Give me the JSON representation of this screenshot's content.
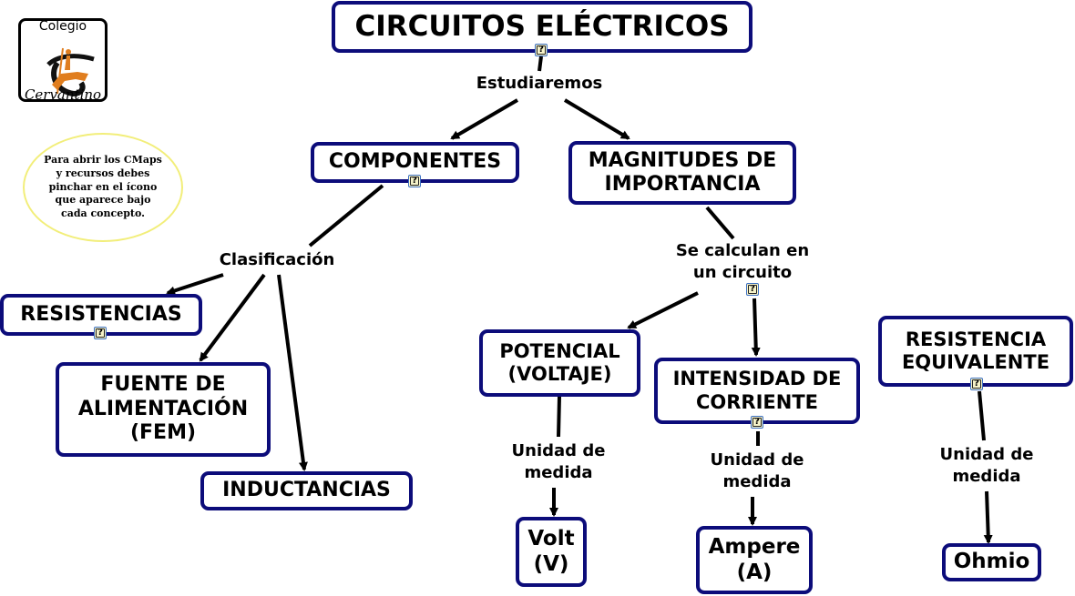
{
  "logo": {
    "line1": "Colegio",
    "line2": "Cervantino"
  },
  "note": {
    "text": "Para abrir los CMaps y recursos debes pinchar en el ícono que aparece bajo cada concepto."
  },
  "resource_icon": {
    "glyph": "?",
    "name": "resource-document-icon"
  },
  "colors": {
    "node_border": "#0c0c7a",
    "resource_icon_bg": "#f6f3c9",
    "note_border": "#f2ee7a"
  },
  "concepts": {
    "title": "CIRCUITOS ELÉCTRICOS",
    "componentes": "COMPONENTES",
    "magnitudes": "MAGNITUDES DE IMPORTANCIA",
    "resistencias": "RESISTENCIAS",
    "fuente": "FUENTE DE ALIMENTACIÓN (FEM)",
    "inductancias": "INDUCTANCIAS",
    "potencial": "POTENCIAL (VOLTAJE)",
    "intensidad": "INTENSIDAD DE CORRIENTE",
    "resistencia_eq": "RESISTENCIA EQUIVALENTE",
    "volt": "Volt (V)",
    "ampere": "Ampere (A)",
    "ohmio": "Ohmio"
  },
  "linking_phrases": {
    "estudiaremos": "Estudiaremos",
    "clasificacion": "Clasificación",
    "se_calculan": "Se calculan en un circuito",
    "unidad_volt": "Unidad de medida",
    "unidad_ampere": "Unidad de medida",
    "unidad_ohmio": "Unidad de medida"
  }
}
